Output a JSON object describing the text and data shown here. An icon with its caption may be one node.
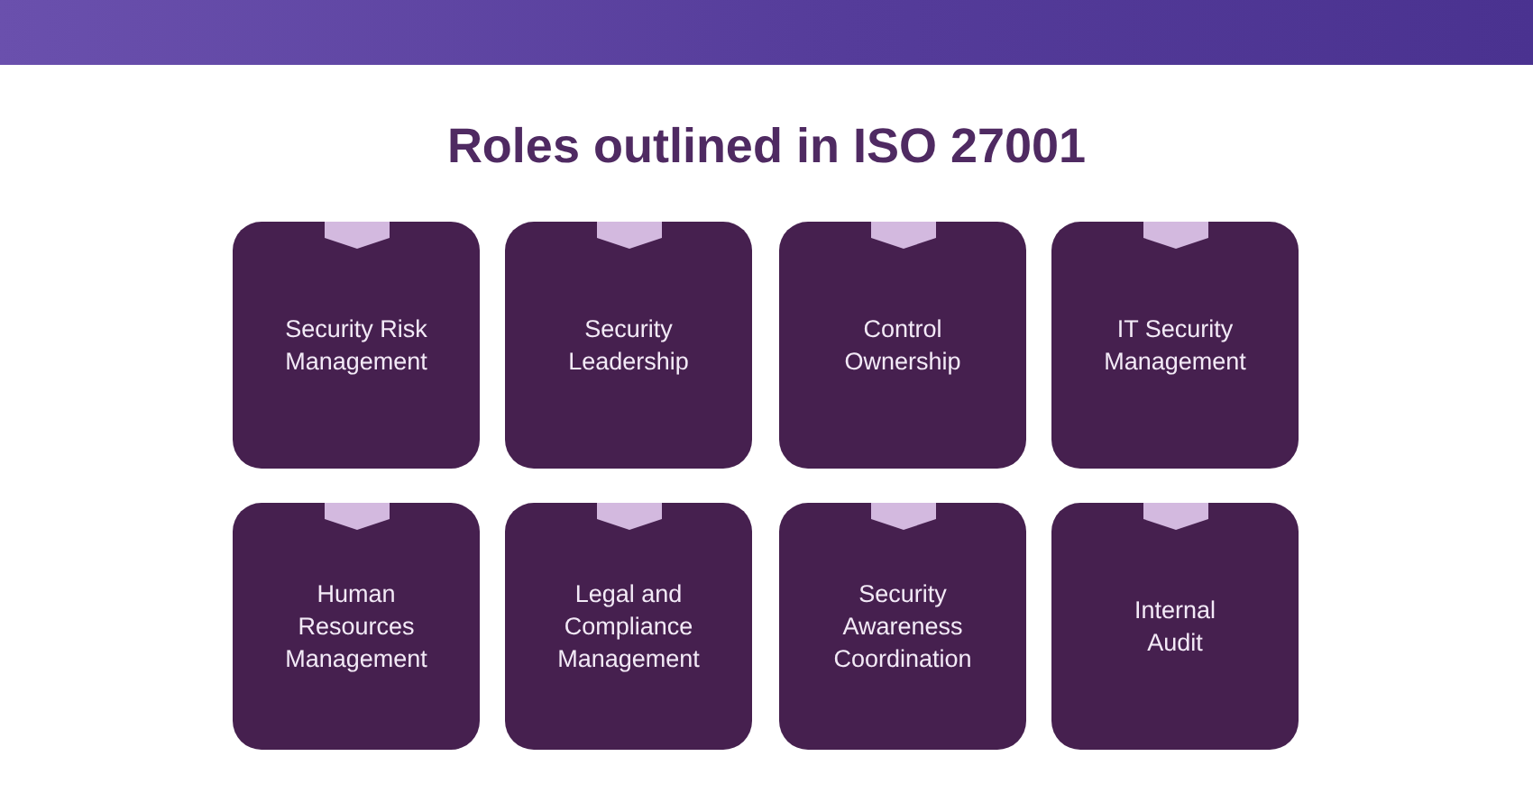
{
  "diagram": {
    "title": "Roles outlined in ISO 27001",
    "nodes": [
      {
        "text": [
          "Security Risk Management"
        ]
      },
      {
        "text": [
          "Security Leadership"
        ]
      },
      {
        "text": [
          "Control Ownership"
        ]
      },
      {
        "text": [
          "IT Security Management"
        ]
      },
      {
        "text": [
          "Human Resources Management"
        ]
      },
      {
        "text": [
          "Legal and Compliance Management"
        ]
      },
      {
        "text": [
          "Security Awareness Coordination"
        ]
      },
      {
        "text": [
          "Internal Audit"
        ]
      }
    ]
  }
}
